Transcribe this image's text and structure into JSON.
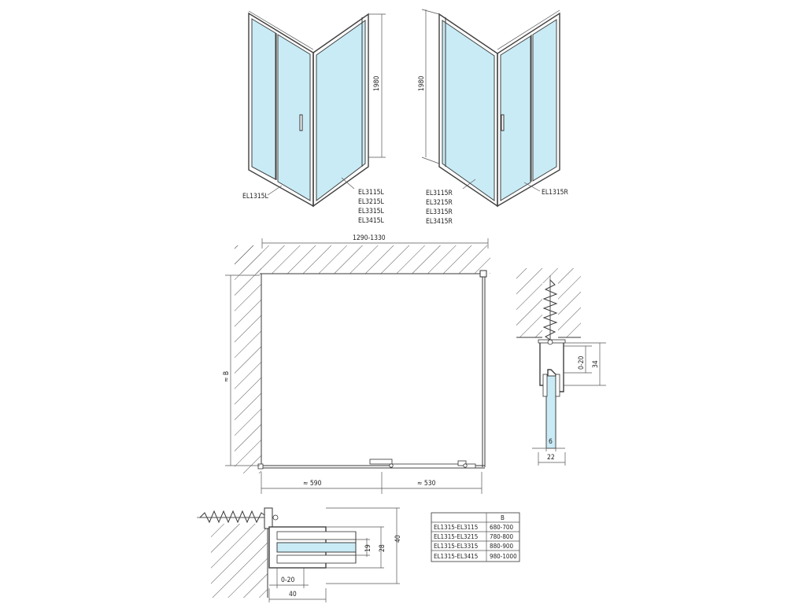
{
  "views": {
    "left": {
      "door_code": "EL1315L",
      "panel_codes": [
        "EL3115L",
        "EL3215L",
        "EL3315L",
        "EL3415L"
      ],
      "height_label": "1980"
    },
    "right": {
      "door_code": "EL1315R",
      "panel_codes": [
        "EL3115R",
        "EL3215R",
        "EL3315R",
        "EL3415R"
      ],
      "height_label": "1980"
    }
  },
  "plan": {
    "width_label": "1290-1330",
    "depth_label": "≈ B",
    "left_segment_label": "≈ 590",
    "right_segment_label": "≈ 530"
  },
  "profile_right": {
    "adjust_label": "0-20",
    "height_label": "34",
    "glass_label": "6",
    "width_label": "22"
  },
  "profile_bottom": {
    "h1_label": "19",
    "h2_label": "28",
    "h3_label": "40",
    "adjust_label": "0-20",
    "width_label": "40"
  },
  "table": {
    "header": [
      "",
      "B"
    ],
    "rows": [
      [
        "EL1315-EL3115",
        "680-700"
      ],
      [
        "EL1315-EL3215",
        "780-800"
      ],
      [
        "EL1315-EL3315",
        "880-900"
      ],
      [
        "EL1315-EL3415",
        "980-1000"
      ]
    ]
  },
  "colors": {
    "glass": "#c9ebf5",
    "line": "#404040"
  }
}
